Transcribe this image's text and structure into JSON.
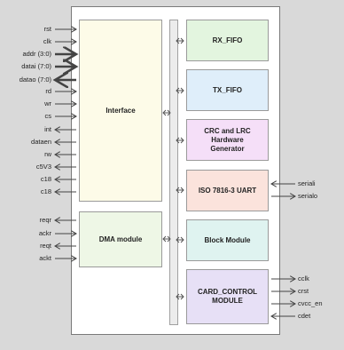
{
  "blocks": {
    "interface": "Interface",
    "dma": "DMA module",
    "rx_fifo": "RX_FIFO",
    "tx_fifo": "TX_FIFO",
    "crc": "CRC and LRC Hardware Generator",
    "uart": "ISO 7816-3 UART",
    "block_module": "Block Module",
    "card_control": "CARD_CONTROL MODULE"
  },
  "signals_left_interface": [
    "rst",
    "clk",
    "addr (3:0)",
    "datai (7:0)",
    "datao (7:0)",
    "rd",
    "wr",
    "cs",
    "int",
    "dataen",
    "rw",
    "c5V3",
    "c18",
    "c18"
  ],
  "signals_left_dma": [
    "reqr",
    "ackr",
    "reqt",
    "ackt"
  ],
  "signals_right_uart": [
    "seriali",
    "serialo"
  ],
  "signals_right_card": [
    "cclk",
    "crst",
    "cvcc_en",
    "cdet"
  ],
  "colors": {
    "interface": "#fdfbe8",
    "dma": "#eef7e6",
    "rx_fifo": "#e3f5df",
    "tx_fifo": "#dfeefa",
    "crc": "#f5dff8",
    "uart": "#fbe3dc",
    "block_module": "#dff3f0",
    "card_control": "#e7e0f6"
  }
}
